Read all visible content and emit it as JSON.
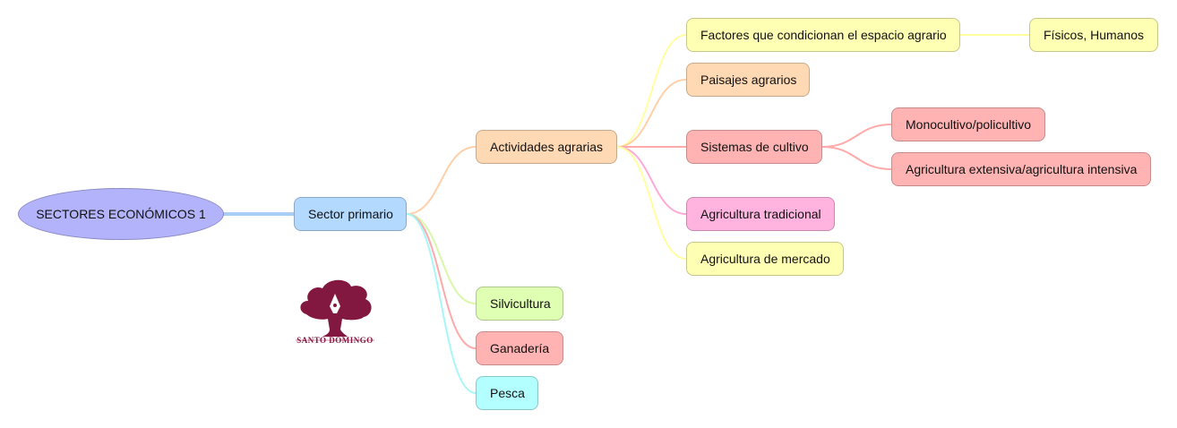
{
  "logo": {
    "text": "SANTO DOMINGO",
    "color": "#82173f"
  },
  "nodes": {
    "root": {
      "label": "SECTORES ECONÓMICOS 1",
      "color": "#b3b3fb",
      "edge": "#a9cdf7"
    },
    "sector": {
      "label": "Sector primario",
      "color": "#b3d9ff"
    },
    "actividades": {
      "label": "Actividades agrarias",
      "color": "#ffd9b3",
      "edge": "#ffd0a8"
    },
    "silvicultura": {
      "label": "Silvicultura",
      "color": "#dfffb3",
      "edge": "#d9f7a8"
    },
    "ganaderia": {
      "label": "Ganadería",
      "color": "#ffb3b3",
      "edge": "#ffaaaa"
    },
    "pesca": {
      "label": "Pesca",
      "color": "#b3ffff",
      "edge": "#a8f7f7"
    },
    "factores": {
      "label": "Factores que condicionan el espacio agrario",
      "color": "#ffffb3",
      "edge": "#ffffa0"
    },
    "fisicos": {
      "label": "Físicos, Humanos",
      "color": "#ffffb3",
      "edge": "#ffffa0"
    },
    "paisajes": {
      "label": "Paisajes agrarios",
      "color": "#ffd9b3",
      "edge": "#ffd0a8"
    },
    "sistemas": {
      "label": "Sistemas de cultivo",
      "color": "#ffb3b3",
      "edge": "#ffaaaa"
    },
    "monocultivo": {
      "label": "Monocultivo/policultivo",
      "color": "#ffb3b3",
      "edge": "#ffaaaa"
    },
    "extensiva": {
      "label": "Agricultura extensiva/agricultura intensiva",
      "color": "#ffb3b3",
      "edge": "#ffaaaa"
    },
    "tradicional": {
      "label": "Agricultura tradicional",
      "color": "#ffb3de",
      "edge": "#ffaad6"
    },
    "mercado": {
      "label": "Agricultura de mercado",
      "color": "#ffffb3",
      "edge": "#ffffa0"
    }
  },
  "links": [
    [
      "root",
      "sector"
    ],
    [
      "sector",
      "actividades"
    ],
    [
      "sector",
      "silvicultura"
    ],
    [
      "sector",
      "ganaderia"
    ],
    [
      "sector",
      "pesca"
    ],
    [
      "actividades",
      "factores"
    ],
    [
      "actividades",
      "paisajes"
    ],
    [
      "actividades",
      "sistemas"
    ],
    [
      "actividades",
      "tradicional"
    ],
    [
      "actividades",
      "mercado"
    ],
    [
      "factores",
      "fisicos"
    ],
    [
      "sistemas",
      "monocultivo"
    ],
    [
      "sistemas",
      "extensiva"
    ]
  ]
}
